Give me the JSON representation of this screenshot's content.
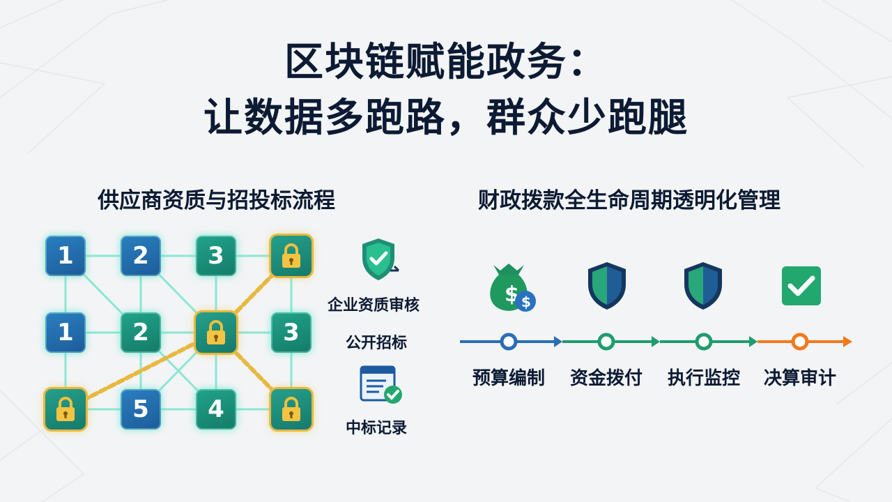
{
  "title": {
    "line1": "区块链赋能政务：",
    "line2": "让数据多跑路，群众少跑腿"
  },
  "left_section": {
    "title": "供应商资质与招投标流程",
    "grid": [
      {
        "label": "1",
        "style": "blue"
      },
      {
        "label": "2",
        "style": "blue"
      },
      {
        "label": "3",
        "style": "teal"
      },
      {
        "label": "",
        "style": "lock"
      },
      {
        "label": "1",
        "style": "blue"
      },
      {
        "label": "2",
        "style": "teal"
      },
      {
        "label": "",
        "style": "lock"
      },
      {
        "label": "3",
        "style": "teal"
      },
      {
        "label": "",
        "style": "lock"
      },
      {
        "label": "5",
        "style": "blue"
      },
      {
        "label": "4",
        "style": "teal"
      },
      {
        "label": "",
        "style": "lock"
      }
    ],
    "steps": [
      {
        "label": "企业资质审核",
        "icon": "shield-check-icon"
      },
      {
        "label": "公开招标",
        "icon": ""
      },
      {
        "label": "中标记录",
        "icon": "document-check-icon"
      }
    ]
  },
  "right_section": {
    "title": "财政拨款全生命周期透明化管理",
    "stages": [
      {
        "label": "预算编制",
        "icon": "money-bag-icon",
        "marker_color": "#2a6db5"
      },
      {
        "label": "资金拨付",
        "icon": "shield-icon",
        "marker_color": "#1f9c6e"
      },
      {
        "label": "执行监控",
        "icon": "shield-icon",
        "marker_color": "#1f9c6e"
      },
      {
        "label": "决算审计",
        "icon": "checkbox-icon",
        "marker_color": "#f07a1e"
      }
    ]
  },
  "colors": {
    "navy": "#0c1a33",
    "blue": "#2a6db5",
    "green": "#1f9c6e",
    "orange": "#f07a1e",
    "gold": "#e8b840"
  }
}
